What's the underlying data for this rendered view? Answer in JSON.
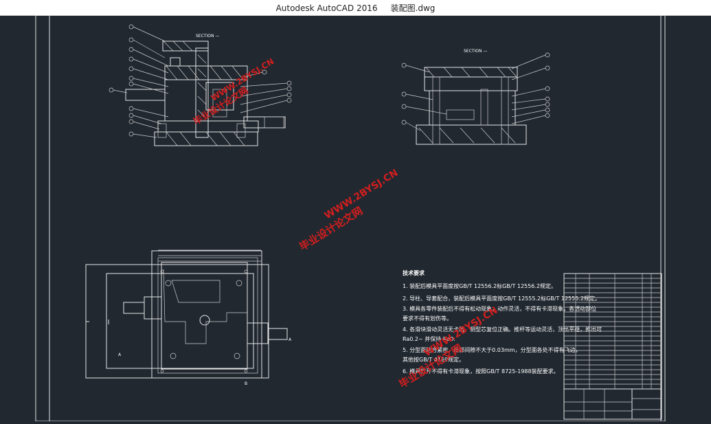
{
  "window": {
    "app_title": "Autodesk AutoCAD 2016",
    "file_name": "装配图.dwg"
  },
  "drawing": {
    "section_label_left": "SECTION —",
    "section_label_right": "SECTION —",
    "plan_labels": {
      "a1": "A",
      "a2": "A",
      "b": "B"
    },
    "notes": {
      "heading": "技术要求",
      "lines": [
        "1. 装配后模具平面度按GB/T 12556.2标GB/T 12556.2规定。",
        "2. 导柱、导套配合，装配后模具平面度按GB/T 12555.2标GB/T 12555.2规定。",
        "3. 模具各零件装配后不得有松动现象，动作灵活，不得有卡滞现象，各活动部位",
        "   要求不得有划伤等。",
        "4. 各滑块滑动灵活无卡阻，侧型芯复位正确。推杆等运动灵活，顶出平稳，推出可",
        "   Ra0.2~ 并保持 Ra0.",
        "5. 分型面贴合紧密，局部间隙不大于0.03mm，分型面各处不得有飞边，",
        "   其他按GB/T 4169规定。",
        "6. 模具打开不得有卡滞现象，按照GB/T 8725-1988装配要求。"
      ]
    },
    "watermarks": [
      {
        "site": "WWW.2BYSJ.CN",
        "cn": "毕业设计论文网"
      },
      {
        "site": "WWW.2BYSJ.CN",
        "cn": "毕业设计论文网"
      },
      {
        "site": "WWW.2BYSJ.CN",
        "cn": "毕业设计论文网"
      }
    ]
  },
  "colors": {
    "canvas_bg": "#212830",
    "lines": "#e8e8e8",
    "watermark": "#d21e1e"
  }
}
